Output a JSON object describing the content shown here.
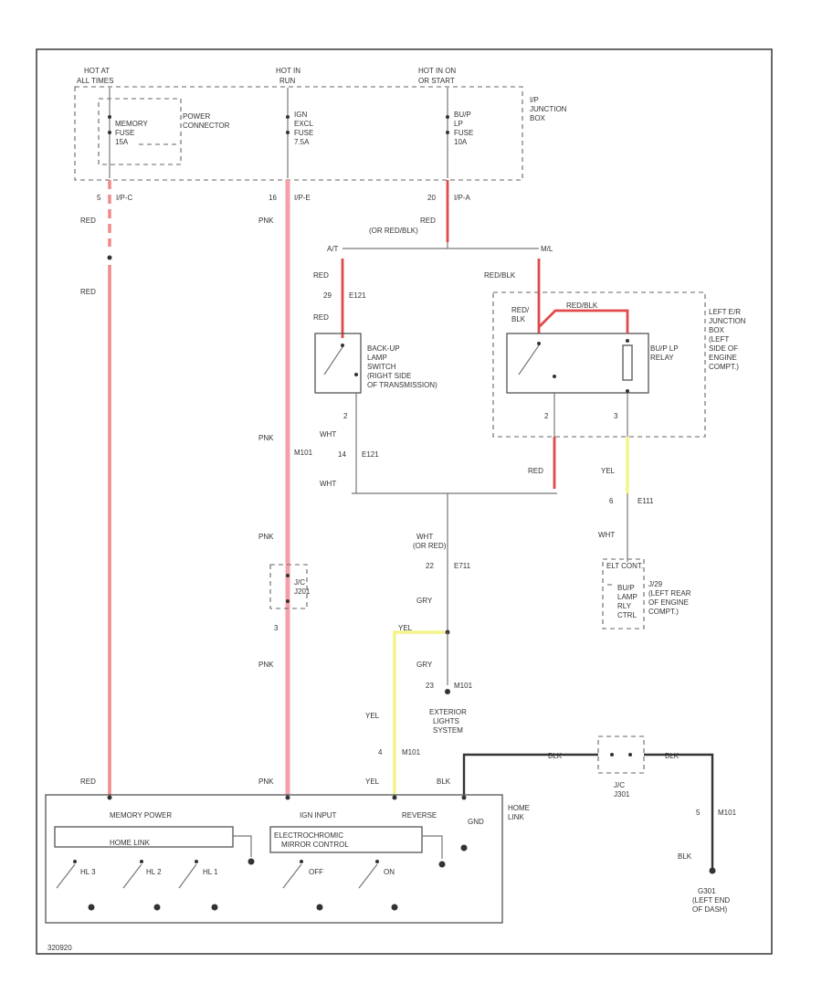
{
  "labels": {
    "hot_at_all": [
      "HOT AT",
      "ALL TIMES"
    ],
    "hot_in_run": [
      "HOT IN",
      "RUN"
    ],
    "hot_in_rev": [
      "HOT IN ON",
      "OR START"
    ],
    "ip_jbox": [
      "I/P",
      "JUNCTION",
      "BOX"
    ],
    "power_conn": [
      "POWER",
      "CONNECTOR"
    ],
    "memory_fuse": [
      "MEMORY",
      "FUSE",
      "15A"
    ],
    "ign_fuse": [
      "IGN",
      "EXCL",
      "FUSE",
      "7.5A"
    ],
    "bup_fuse": [
      "BU/P",
      "LP",
      "FUSE",
      "10A"
    ],
    "pin_n1": "5",
    "conn_ipc": "I/P-C",
    "pin_n2": "16",
    "conn_ipe": "I/P-E",
    "pin_n3": "20",
    "conn_ipa": "I/P-A",
    "red_a": "RED",
    "red_b": "RED",
    "red_c": "RED",
    "pnk_a": "PNK",
    "pnk_b": "PNK",
    "pnk_c": "PNK",
    "pnk_d": "PNK",
    "red_or_redblk": [
      "RED",
      "(OR RED/BLK)"
    ],
    "at": "A/T",
    "ml": "M/L",
    "red_d": "RED",
    "pin_29": "29",
    "conn_e121a": "E121",
    "red_e": "RED",
    "redblk": "RED/BLK",
    "backup_switch": [
      "BACK-UP",
      "LAMP",
      "SWITCH",
      "(RIGHT SIDE",
      "OF TRANSMISSION)"
    ],
    "left_er": [
      "LEFT E/R",
      "JUNCTION",
      "BOX",
      "(LEFT",
      "SIDE OF",
      "ENGINE",
      "COMPT.)"
    ],
    "red_blk_small": [
      "RED/",
      "BLK"
    ],
    "redblk_wire": "RED/BLK",
    "bup_relay": [
      "BU/P LP",
      "RELAY"
    ],
    "pin_2a": "2",
    "pin_2b": "2",
    "pin_3": "3",
    "wht_a": "WHT",
    "pin_14": "14",
    "conn_e121b": "E121",
    "wht_b": "WHT",
    "conn_m101": "M101",
    "red_f": "RED",
    "yel_a": "YEL",
    "pin_6": "6",
    "conn_e111": "E111",
    "wht_c": "WHT",
    "wht_or_red": [
      "WHT",
      "(OR RED)"
    ],
    "pin_22": "22",
    "conn_e711": "E711",
    "gry_a": "GRY",
    "yel_b": "YEL",
    "jc_j201": [
      "J/C",
      "J201"
    ],
    "pin_3b": "3",
    "gry_b": "GRY",
    "pin_23": "23",
    "conn_m101b": "M101",
    "exterior": [
      "EXTERIOR",
      "LIGHTS",
      "SYSTEM"
    ],
    "yel_c": "YEL",
    "pin_4": "4",
    "conn_m101c": "M101",
    "elt_cont": "ELT CONT.",
    "bup_lamp_rly": [
      "BU/P",
      "LAMP",
      "RLY",
      "CTRL"
    ],
    "j29_loc": [
      "J/29",
      "(LEFT REAR",
      "OF ENGINE",
      "COMPT.)"
    ],
    "blk_a": "BLK",
    "blk_b": "BLK",
    "blk_c": "BLK",
    "blk_d": "BLK",
    "jc_j301": [
      "J/C",
      "J301"
    ],
    "pin_5": "5",
    "conn_m101d": "M101",
    "g301": [
      "G301",
      "(LEFT END",
      "OF DASH)"
    ],
    "red_bot": "RED",
    "pnk_bot": "PNK",
    "yel_bot": "YEL",
    "blk_bot": "BLK",
    "memory_power": "MEMORY POWER",
    "ign_input": "IGN INPUT",
    "reverse": "REVERSE",
    "gnd": "GND",
    "home_link_side": [
      "HOME",
      "LINK"
    ],
    "home_link": "HOME LINK",
    "electrochromic": [
      "ELECTROCHROMIC",
      "MIRROR CONTROL"
    ],
    "hl3": "HL 3",
    "hl2": "HL 2",
    "hl1": "HL 1",
    "off": "OFF",
    "on": "ON",
    "figure_code": "320920"
  },
  "colors": {
    "red_wire": "#f08a8a",
    "pink_wire": "#f5a0a8",
    "yellow_wire": "#f4f48a",
    "black_wire": "#333333"
  }
}
